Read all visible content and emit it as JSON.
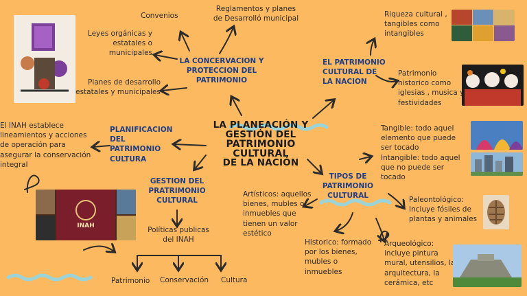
{
  "title": {
    "line1": "LA PLANEACIÓN Y",
    "line2": "GESTIÓN DEL",
    "line3": "PATRIMONIO CULTURAL",
    "line4": "DE LA NACIÓN"
  },
  "branches": {
    "conservacion": {
      "label": "LA CONCERVACION Y PROTECCION DEL PATRIMONIO",
      "items": {
        "convenios": "Convenios",
        "reglamentos": "Reglamentos y planes de Desarrolló municipal",
        "leyes": "Leyes orgánicas y estatales o municipales",
        "planes": "Planes de desarrollo estatales y municipales"
      }
    },
    "patrimonio_nacion": {
      "label": "EL PATRIMONIO CULTURAL DE LA NACION",
      "items": {
        "riqueza": "Riqueza cultural , tangibles como intangibles",
        "historico": "Patrimonio historico como iglesias , musica y festividades"
      }
    },
    "planificacion": {
      "label": "PLANIFICACION DEL PATRIMONIO CULTURA",
      "items": {
        "inah": "El INAH establece lineamientos y acciones de operación para asegurar la conservación integral"
      }
    },
    "gestion": {
      "label": "GESTION DEL PRATRIMONIO CULTURAL",
      "items": {
        "politicas": "Políticas publicas del INAH",
        "patrimonio": "Patrimonio",
        "conservacion": "Conservación",
        "cultura": "Cultura"
      }
    },
    "tipos": {
      "label": "TIPOS DE PATRIMONIO CULTURAL",
      "items": {
        "tangible": "Tangible: todo aquel elemento que puede ser tocado",
        "intangible": "Intangible: todo aquel que no puede ser tocado",
        "artisticos": "Artísticos: aquellos bienes, mubles o inmuebles que tienen un valor estético",
        "paleontologico": "Paleontológico: Incluye fósiles de plantas y animales",
        "historico": "Historico: formado por los bienes, mubles o inmuebles",
        "arqueologico": "Arqueológico: incluye pintura mural, utensilios, la arquitectura, la cerámica, etc"
      }
    }
  },
  "images": {
    "inah_logo_text": "INAH"
  },
  "colors": {
    "background": "#FDB960",
    "accent_blue": "#1e3f86",
    "wave": "#9ad3d8"
  }
}
